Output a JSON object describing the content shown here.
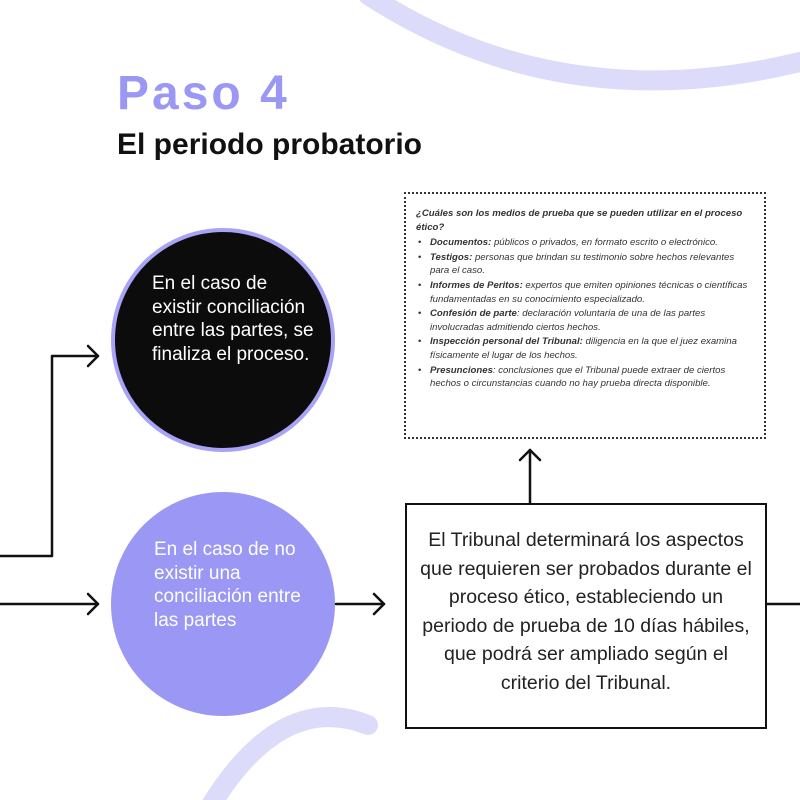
{
  "header": {
    "step_label": "Paso 4",
    "step_title": "El periodo probatorio"
  },
  "circle_conciliation": {
    "text": "En el caso de existir conciliación entre las partes, se finaliza el proceso."
  },
  "circle_no_conciliation": {
    "text": "En el caso de no existir una conciliación entre las partes"
  },
  "tribunal_box": {
    "text": "El Tribunal determinará los aspectos que requieren ser probados durante el proceso ético, estableciendo un periodo de prueba de 10 días hábiles, que podrá ser ampliado según el criterio del Tribunal."
  },
  "evidence_box": {
    "question": "¿Cuáles son los medios de prueba que se pueden utilizar en el proceso ético?",
    "items": [
      {
        "term": "Documentos:",
        "description": " públicos o privados, en formato escrito o electrónico."
      },
      {
        "term": "Testigos:",
        "description": " personas que brindan su testimonio sobre hechos relevantes para el caso."
      },
      {
        "term": "Informes de Peritos:",
        "description": " expertos que emiten opiniones técnicas o científicas fundamentadas en su conocimiento especializado."
      },
      {
        "term": "Confesión de parte",
        "description": ": declaración voluntaria de una de las partes involucradas admitiendo ciertos hechos."
      },
      {
        "term": "Inspección personal del Tribunal:",
        "description": " diligencia en la que el juez examina físicamente el lugar de los hechos."
      },
      {
        "term": "Presunciones",
        "description": ": conclusiones que el Tribunal puede extraer de ciertos hechos o circunstancias cuando no hay prueba directa disponible."
      }
    ]
  },
  "colors": {
    "accent": "#9b97f5",
    "accent_light": "#dcdcfa",
    "dark": "#0c0c0c"
  }
}
